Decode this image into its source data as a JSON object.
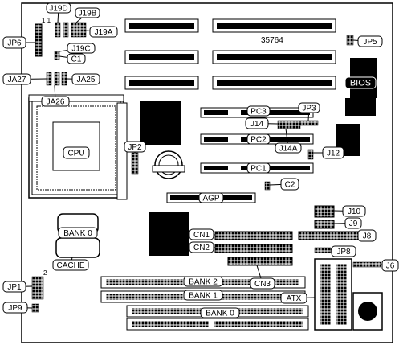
{
  "board_number": "35764",
  "labels": {
    "jp6": "JP6",
    "j19d": "J19D",
    "j19b": "J19B",
    "j19a": "J19A",
    "j19c": "J19C",
    "c1": "C1",
    "ja27": "JA27",
    "ja25": "JA25",
    "ja26": "JA26",
    "jp5": "JP5",
    "bios": "BIOS",
    "cpu": "CPU",
    "jp2": "JP2",
    "pc3": "PC3",
    "jp3": "JP3",
    "j14": "J14",
    "pc2": "PC2",
    "j14a": "J14A",
    "j12": "J12",
    "pc1": "PC1",
    "c2": "C2",
    "agp": "AGP",
    "bank0_cache": "BANK 0",
    "cache": "CACHE",
    "j10": "J10",
    "j9_right": "J9",
    "cn1": "CN1",
    "j8": "J8",
    "cn2": "CN2",
    "jp8": "JP8",
    "jp1": "JP1",
    "j6": "J6",
    "bank2": "BANK 2",
    "cn3": "CN3",
    "bank1": "BANK 1",
    "atx": "ATX",
    "jp9": "JP9",
    "bank0": "BANK 0"
  },
  "pin_numbers": {
    "one_one": "1 1",
    "two": "2"
  }
}
